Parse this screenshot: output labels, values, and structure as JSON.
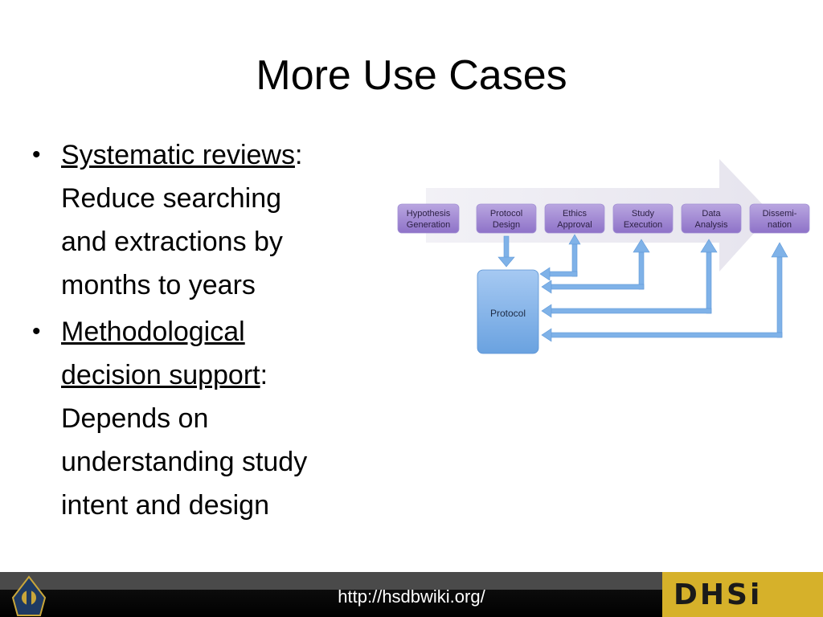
{
  "slide": {
    "title": "More Use Cases",
    "bullets": [
      {
        "term": "Systematic reviews",
        "colon": ":",
        "lines": [
          "Reduce searching",
          "and extractions by",
          "months to years"
        ]
      },
      {
        "term_lines": [
          "Methodological",
          "decision support"
        ],
        "colon": ":",
        "lines": [
          "Depends on",
          "understanding study",
          "intent and design"
        ]
      }
    ]
  },
  "diagram": {
    "stages": [
      [
        "Hypothesis",
        "Generation"
      ],
      [
        "Protocol",
        "Design"
      ],
      [
        "Ethics",
        "Approval"
      ],
      [
        "Study",
        "Execution"
      ],
      [
        "Data",
        "Analysis"
      ],
      [
        "Dissemi-",
        "nation"
      ]
    ],
    "protocol_label": "Protocol",
    "colors": {
      "stage_fill_top": "#b9a6e0",
      "stage_fill_bottom": "#8e72c8",
      "arrow_fill": "#e6e4ee",
      "connector": "#7fb2e8",
      "protocol_fill": "#6aa2e0"
    }
  },
  "footer": {
    "url": "http://hsdbwiki.org/",
    "logo_text": "DHSi",
    "logo_color": "#d6b12a"
  }
}
